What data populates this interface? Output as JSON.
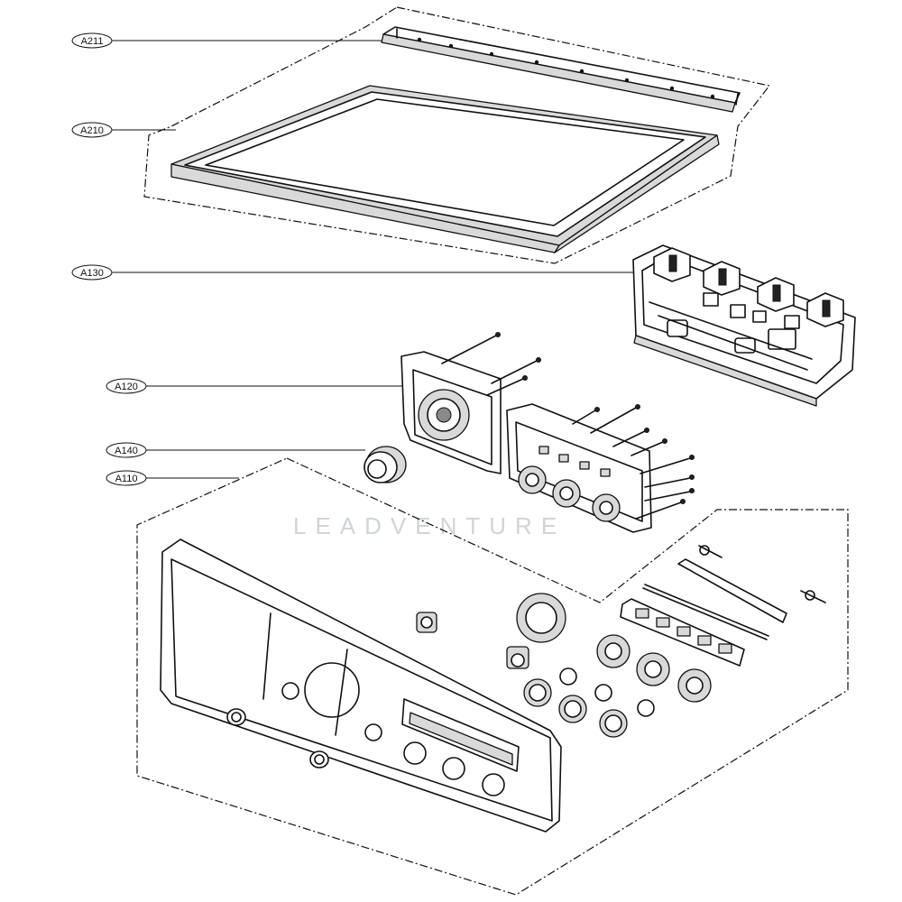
{
  "callouts": [
    {
      "id": "A211",
      "label": "A211"
    },
    {
      "id": "A210",
      "label": "A210"
    },
    {
      "id": "A130",
      "label": "A130"
    },
    {
      "id": "A120",
      "label": "A120"
    },
    {
      "id": "A140",
      "label": "A140"
    },
    {
      "id": "A110",
      "label": "A110"
    }
  ],
  "watermark": "LEADVENTURE"
}
